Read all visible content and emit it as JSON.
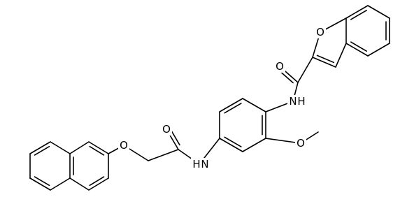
{
  "colors": {
    "background": "#ffffff",
    "bond": "#000000",
    "label": "#000000"
  },
  "atom_labels": {
    "furan_oxygen": "O",
    "amide_oxygen_right": "O",
    "amide_nitrogen_right": "N",
    "amide_hydrogen_right": "H",
    "methoxy_oxygen": "O",
    "amide_oxygen_left": "O",
    "amide_nitrogen_left": "N",
    "amide_hydrogen_left": "H",
    "ether_oxygen": "O"
  }
}
